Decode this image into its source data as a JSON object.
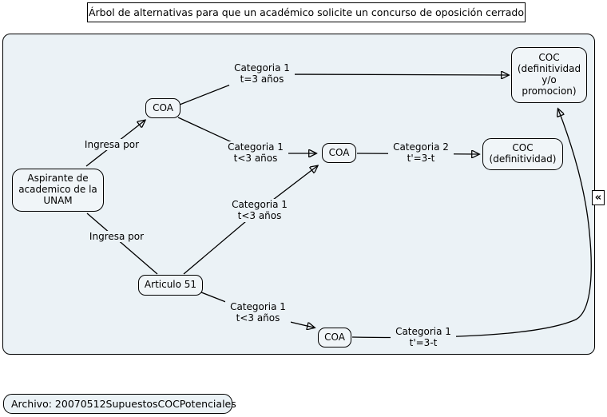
{
  "title": "Árbol de alternativas para que un académico solicite un concurso de oposición cerrado",
  "nodes": {
    "aspirante": {
      "label": "Aspirante de\nacademico de la\nUNAM"
    },
    "coa_top": {
      "label": "COA"
    },
    "articulo51": {
      "label": "Articulo 51"
    },
    "coa_mid": {
      "label": "COA"
    },
    "coa_bottom": {
      "label": "COA"
    },
    "coc_top": {
      "label": "COC\n(definitividad\ny/o\npromocion)"
    },
    "coc_mid": {
      "label": "COC\n(definitividad)"
    }
  },
  "edge_labels": {
    "ingresa_por_top": "Ingresa por",
    "ingresa_por_bottom": "Ingresa por",
    "cat1_t3": "Categoria 1\nt=3 años",
    "cat1_lt3_a": "Categoria 1\nt<3 años",
    "cat1_lt3_b": "Categoria 1\nt<3 años",
    "cat1_lt3_c": "Categoria 1\nt<3 años",
    "cat2_t3mt": "Categoria 2\nt'=3-t",
    "cat1_t3mt": "Categoria 1\nt'=3-t"
  },
  "edges": [
    {
      "from": "aspirante",
      "to": "coa_top",
      "label": "Ingresa por",
      "arrow": true
    },
    {
      "from": "aspirante",
      "to": "articulo51",
      "label": "Ingresa por",
      "arrow": false
    },
    {
      "from": "coa_top",
      "to": "coc_top",
      "label": "Categoria 1 t=3 años",
      "arrow": true
    },
    {
      "from": "coa_top",
      "to": "coa_mid",
      "label": "Categoria 1 t<3 años",
      "arrow": true
    },
    {
      "from": "articulo51",
      "to": "coa_mid",
      "label": "Categoria 1 t<3 años",
      "arrow": true
    },
    {
      "from": "articulo51",
      "to": "coa_bottom",
      "label": "Categoria 1 t<3 años",
      "arrow": true
    },
    {
      "from": "coa_mid",
      "to": "coc_mid",
      "label": "Categoria 2 t'=3-t",
      "arrow": true
    },
    {
      "from": "coa_bottom",
      "to": "coc_top",
      "label": "Categoria 1 t'=3-t",
      "arrow": true
    }
  ],
  "collapse_button": {
    "glyph": "«"
  },
  "footer": {
    "archivo": "Archivo: 20070512SupuestosCOCPotenciales"
  },
  "colors": {
    "page_bg": "#ffffff",
    "canvas_bg": "#ebf2f6",
    "node_bg": "#f0f5f8",
    "border": "#000000",
    "line": "#000000"
  }
}
